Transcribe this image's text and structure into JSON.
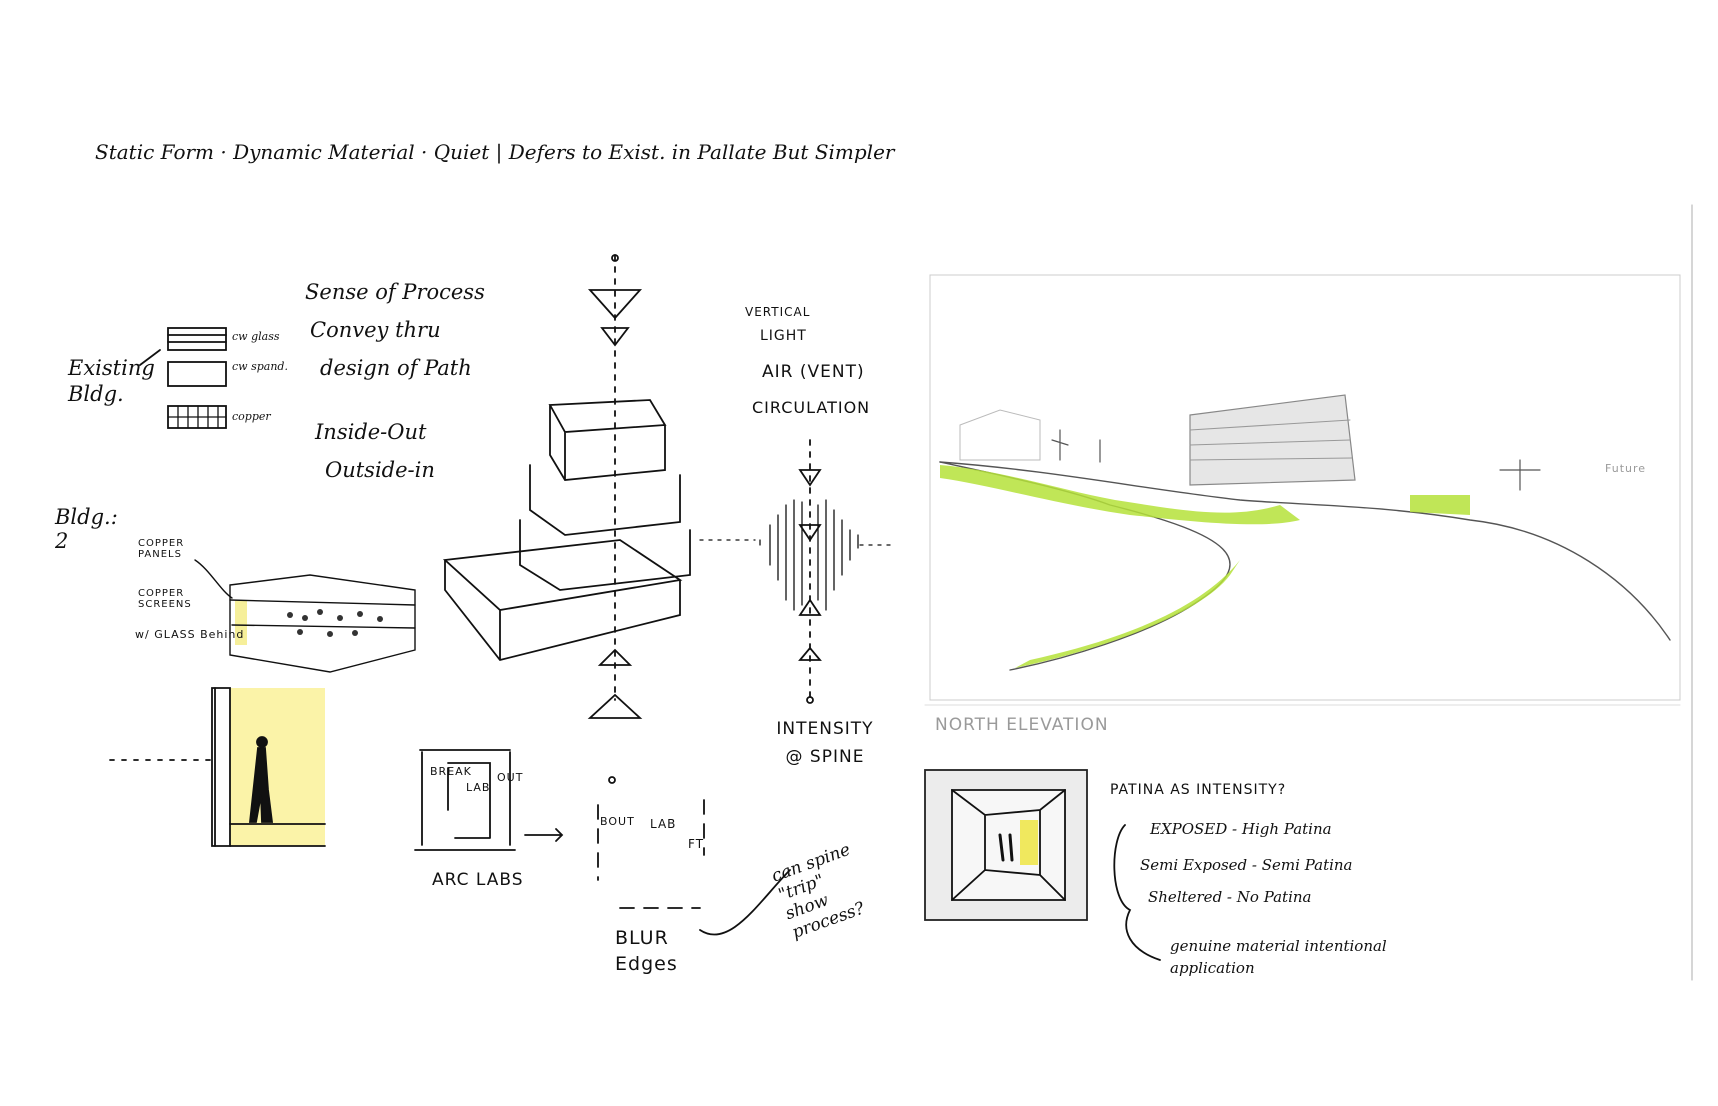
{
  "title": "Static Form · Dynamic Material · Quiet | Defers to Exist. in Pallate But Simpler",
  "existing_bldg": {
    "label": "Existing Bldg.",
    "legend": [
      "cw glass",
      "cw spand.",
      "copper"
    ]
  },
  "concepts": [
    "Sense of Process",
    "Convey thru",
    "design of Path",
    "Inside-Out",
    "Outside-in"
  ],
  "bldg2": {
    "label": "Bldg.: 2",
    "annotations": [
      "COPPER PANELS",
      "COPPER SCREENS",
      "w/ GLASS Behind"
    ]
  },
  "spine_notes": [
    "VERTICAL",
    "LIGHT",
    "AIR (VENT)",
    "CIRCULATION"
  ],
  "intensity_note": "INTENSITY @ SPINE",
  "arc_labs": {
    "caption": "ARC LABS",
    "letters_left": "BREAK",
    "letters_center": "LAB",
    "letters_right": "OUT"
  },
  "blur_edges": {
    "caption": "BLUR Edges",
    "letters_left": "BOUT",
    "letters_center": "LAB",
    "letters_right": "FT"
  },
  "question": "can spine \"trip\" show process?",
  "elevation": {
    "caption": "NORTH ELEVATION",
    "future_label": "Future",
    "accent": "#b5e23a"
  },
  "patina": {
    "heading": "PATINA AS INTENSITY?",
    "items": [
      "EXPOSED - High Patina",
      "Semi Exposed - Semi Patina",
      "Sheltered - No Patina"
    ],
    "footer": "genuine material intentional application"
  }
}
